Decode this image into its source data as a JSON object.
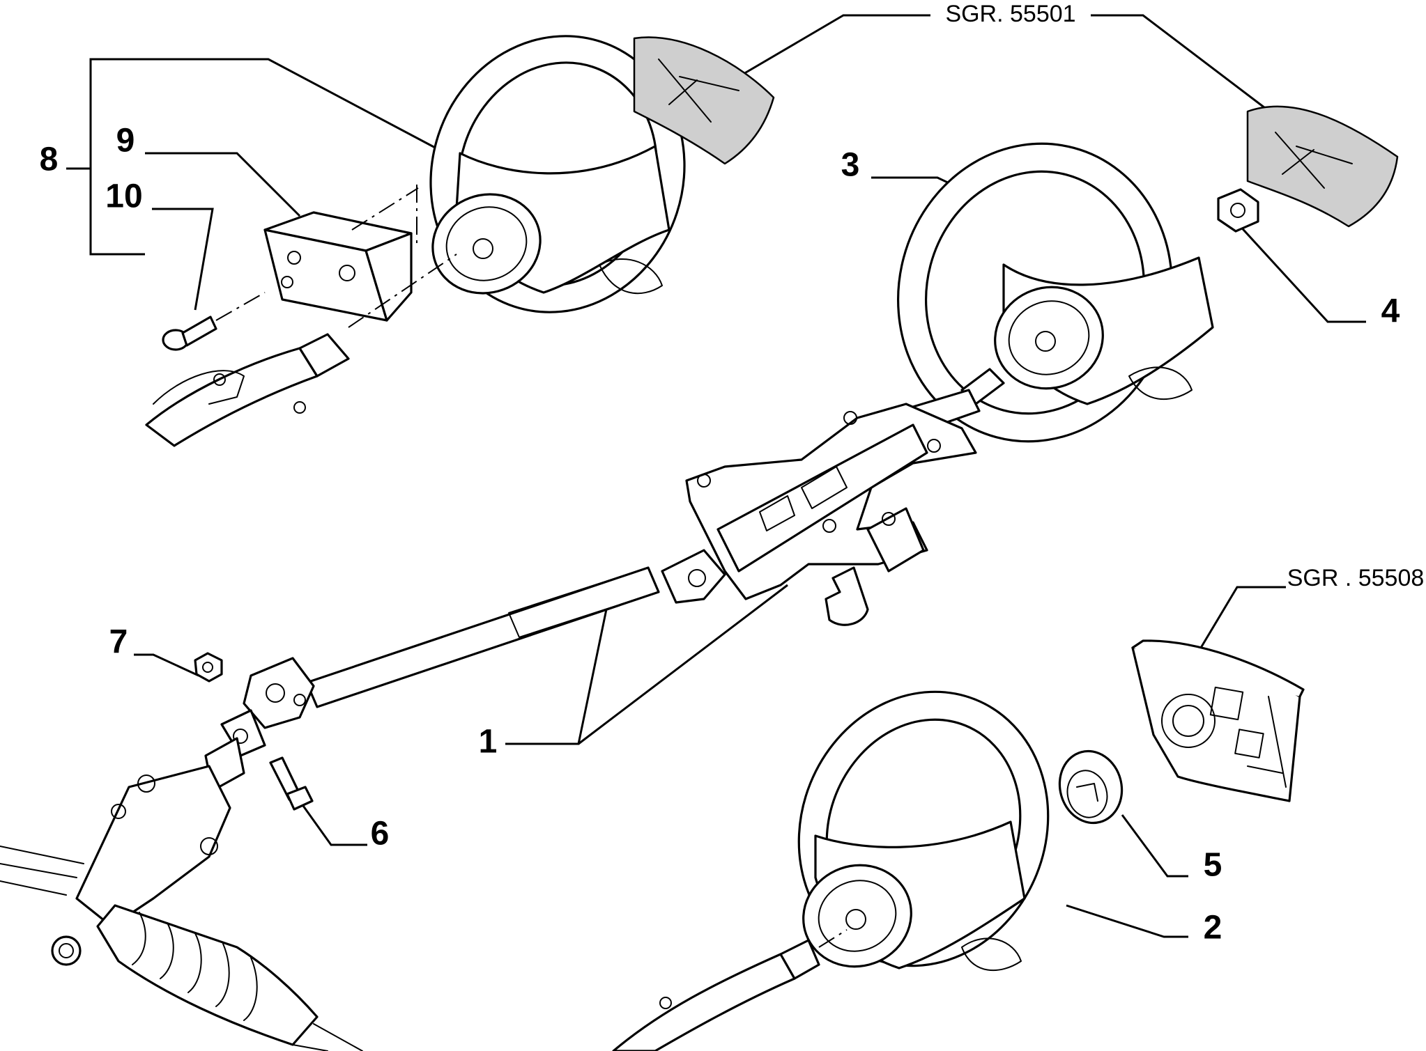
{
  "callouts": {
    "c1": "1",
    "c2": "2",
    "c3": "3",
    "c4": "4",
    "c5": "5",
    "c6": "6",
    "c7": "7",
    "c8": "8",
    "c9": "9",
    "c10": "10"
  },
  "references": {
    "top": "SGR. 55501",
    "right": "SGR . 55508"
  }
}
